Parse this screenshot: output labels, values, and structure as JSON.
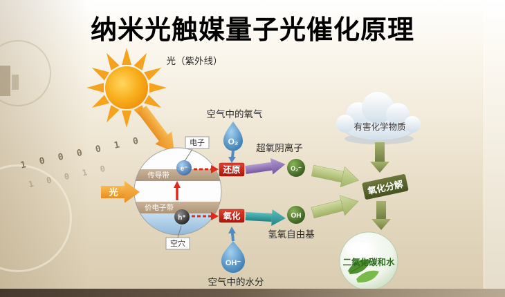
{
  "title": "纳米光触媒量子光催化原理",
  "header": {
    "light_source": "光（紫外线）"
  },
  "particle": {
    "light": "光",
    "electron_tag": "电子",
    "hole_tag": "空穴",
    "conduction_band": "传导带",
    "valence_band": "价电子带",
    "electron": "e⁻",
    "hole": "h⁺"
  },
  "inputs": {
    "oxygen_label": "空气中的氧气",
    "oxygen_symbol": "O₂",
    "water_label": "空气中的水分",
    "water_symbol": "OH⁻"
  },
  "reactions": {
    "reduction": "还原",
    "oxidation": "氧化",
    "superoxide_label": "超氧阴离子",
    "superoxide_symbol": "O₂⁻",
    "hydroxyl_label": "氢氧自由基",
    "hydroxyl_symbol": "OH"
  },
  "pollutant": {
    "label": "有害化学物质"
  },
  "process": {
    "label": "氧化分解"
  },
  "result": {
    "label": "二氧化碳和水"
  },
  "decor": {
    "binary": "1 0 0 0 0 1 0",
    "binary2": "1 0 0 1 0"
  },
  "colors": {
    "sun_orange": "#f5a31f",
    "arrow_orange": "#ef9a2e",
    "box_red": "#c9200f",
    "dashed_red": "#df2a1a",
    "arrow_purple": "#8a6bb0",
    "arrow_teal": "#2f9898",
    "ball_green": "#4d7a2c",
    "olive_green": "#7d8c45",
    "drop_blue": "#3f7fb5"
  }
}
